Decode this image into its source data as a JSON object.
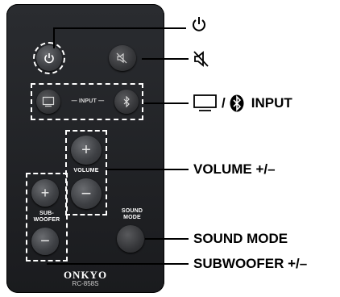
{
  "remote": {
    "input_text": "— INPUT —",
    "volume_text": "VOLUME",
    "subwoofer_text_1": "SUB-",
    "subwoofer_text_2": "WOOFER",
    "sound_mode_text_1": "SOUND",
    "sound_mode_text_2": "MODE",
    "brand": "ONKYO",
    "model": "RC-858S"
  },
  "callouts": {
    "power_symbol": "⏻",
    "input_separator": "/",
    "input_label": "INPUT",
    "volume_label": "VOLUME +/–",
    "sound_mode_label": "SOUND MODE",
    "subwoofer_label": "SUBWOOFER +/–"
  },
  "colors": {
    "remote_body": "#1f2023",
    "dash": "#ffffff",
    "callout_line": "#000000"
  }
}
